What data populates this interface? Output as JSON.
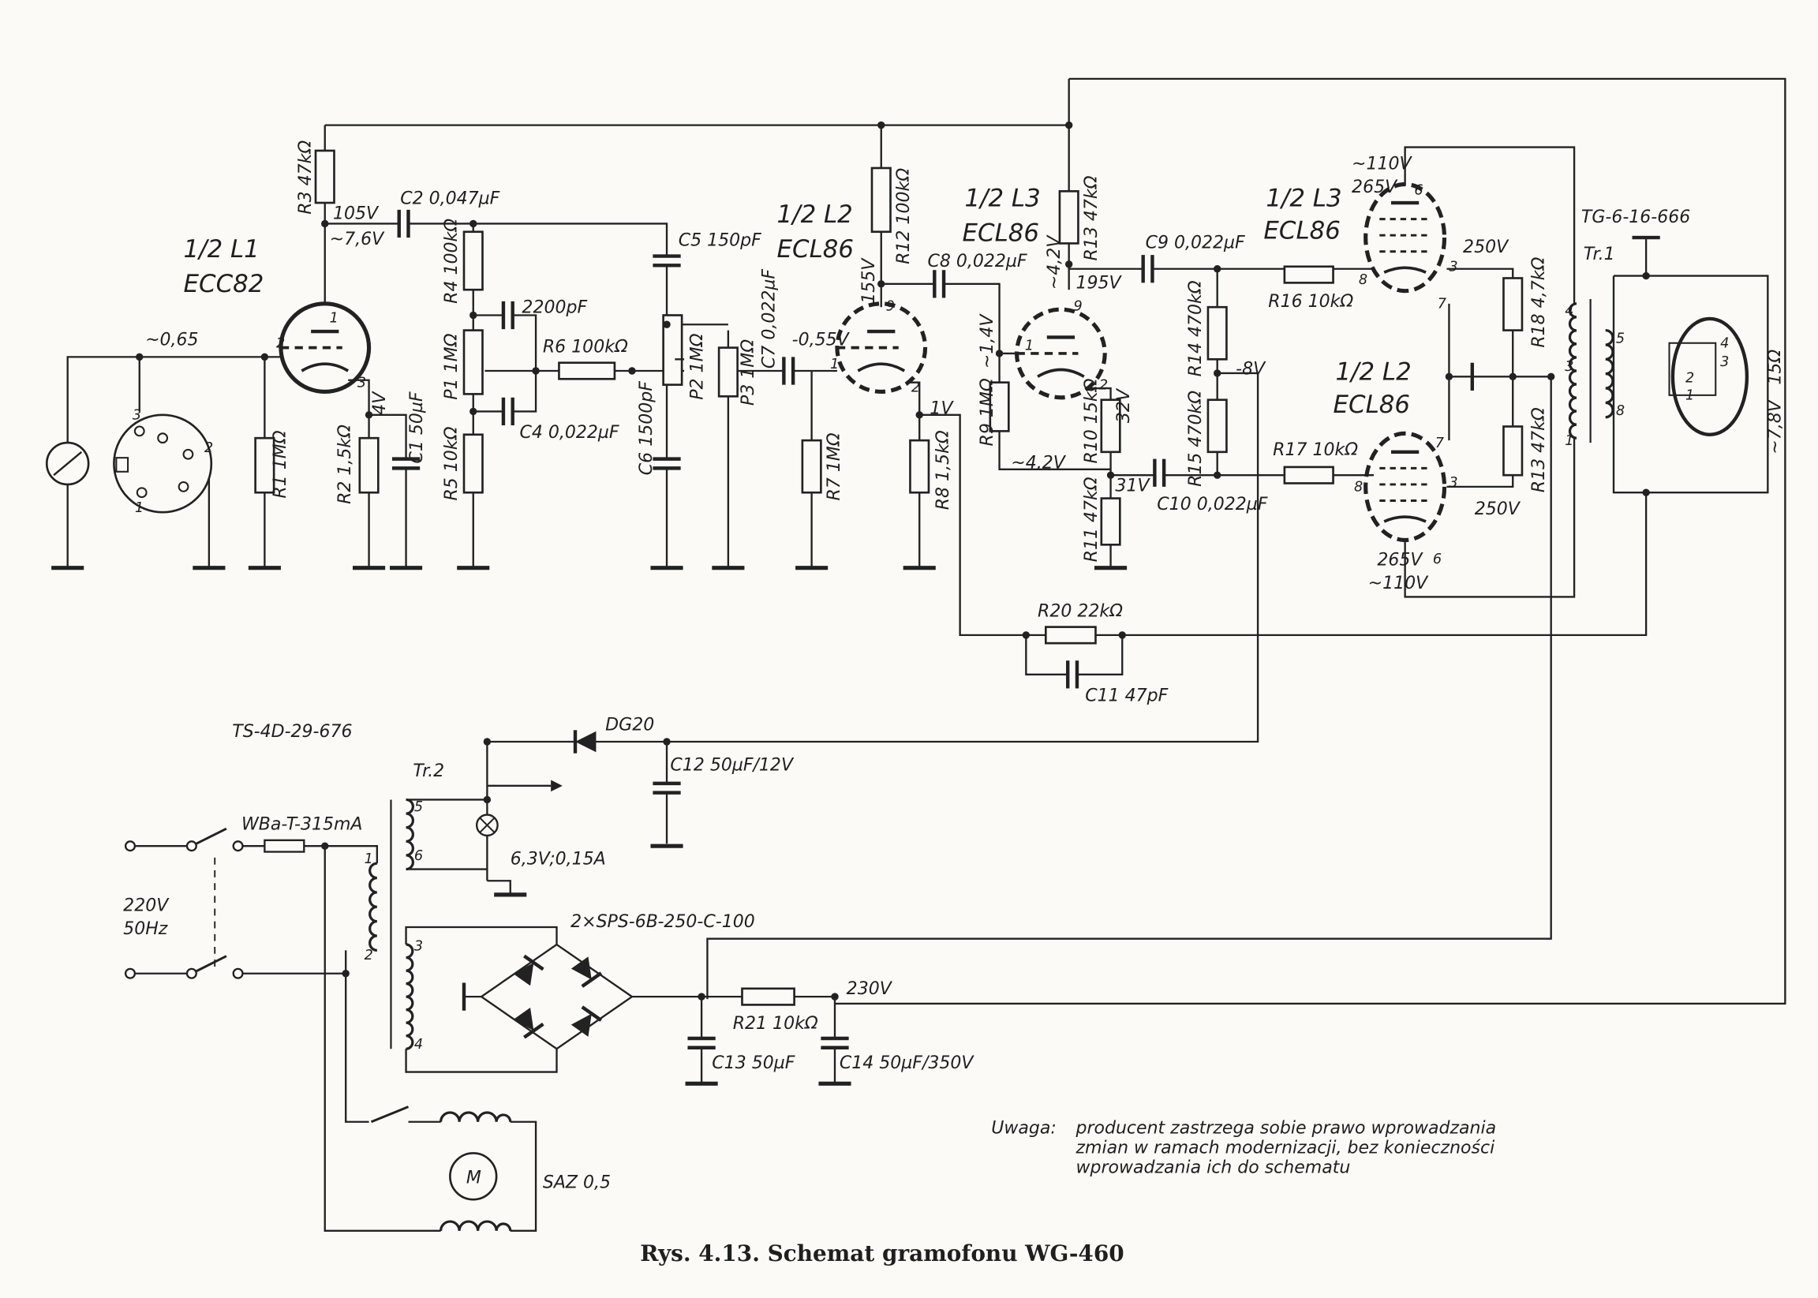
{
  "title": "Rys. 4.13. Schemat gramofonu WG-460",
  "note": {
    "label": "Uwaga:",
    "lines": [
      "producent zastrzega sobie prawo wprowadzania",
      "zmian w ramach modernizacji, bez konieczności",
      "wprowadzania ich do schematu"
    ]
  },
  "tubes": {
    "l1": {
      "name": "1/2 L1",
      "type": "ECC82"
    },
    "l2": {
      "name": "1/2 L2",
      "type": "ECL86"
    },
    "l3": {
      "name": "1/2 L3",
      "type": "ECL86"
    },
    "l3_power": {
      "name": "1/2 L3",
      "type": "ECL86"
    },
    "l2_power": {
      "name": "1/2 L2",
      "type": "ECL86"
    }
  },
  "resistors": {
    "r3": "R3 47kΩ",
    "r1": "R1 1MΩ",
    "r2": "R2 1,5kΩ",
    "r4": "R4 100kΩ",
    "p1": "P1 1MΩ",
    "r5": "R5 10kΩ",
    "r6": "R6 100kΩ",
    "p2": "P2 1MΩ",
    "p3": "P3 1MΩ",
    "r7": "R7 1MΩ",
    "r8": "R8 1,5kΩ",
    "r12": "R12 100kΩ",
    "r9": "R9 1MΩ",
    "r10": "R10 15kΩ",
    "r11": "R11 47kΩ",
    "r13": "R13 47kΩ",
    "r14": "R14 470kΩ",
    "r15": "R15 470kΩ",
    "r16": "R16 10kΩ",
    "r17": "R17 10kΩ",
    "r18": "R18 4,7kΩ",
    "r19": "R13 47kΩ",
    "r20": "R20 22kΩ",
    "r21": "R21 10kΩ"
  },
  "capacitors": {
    "c2": "C2 0,047µF",
    "c5": "C5 150pF",
    "c3": "2200pF",
    "c4": "C4 0,022µF",
    "c1": "C1 50µF",
    "c6": "C6 1500pF",
    "c7": "C7 0,022µF",
    "c8": "C8 0,022µF",
    "c9": "C9 0,022µF",
    "c10": "C10 0,022µF",
    "c11": "C11 47pF",
    "c12": "C12 50µF/12V",
    "c13": "C13 50µF",
    "c14": "C14 50µF/350V"
  },
  "voltages": {
    "v105": "105V",
    "v76": "~7,6V",
    "v065": "~0,65",
    "v4": "4V",
    "v055": "-0,55V",
    "v155": "155V",
    "v1": "1V",
    "v14": "~1,4V",
    "v42a": "~4,2V",
    "v42b": "~4,2V",
    "v195": "195V",
    "v32": "32V",
    "v31": "31V",
    "v8": "-8V",
    "v110a": "~110V",
    "v265a": "265V",
    "v250a": "250V",
    "v265b": "265V",
    "v110b": "~110V",
    "v250b": "250V",
    "v78": "~7,8V",
    "ohm15": "15Ω",
    "v230": "230V"
  },
  "output_transformer": {
    "type": "TG-6-16-666",
    "name": "Tr.1",
    "pins": [
      "4",
      "3",
      "1",
      "5",
      "8"
    ]
  },
  "power": {
    "transformer_type": "TS-4D-29-676",
    "transformer_name": "Tr.2",
    "fuse": "WBa-T-315mA",
    "mains_voltage": "220V",
    "mains_freq": "50Hz",
    "diode": "DG20",
    "lamp": "6,3V;0,15A",
    "rectifier": "2×SPS-6B-250-C-100",
    "motor_symbol": "M",
    "motor": "SAZ 0,5",
    "pins": [
      "1",
      "2",
      "3",
      "4",
      "5",
      "6"
    ]
  },
  "socket_pins": [
    "1",
    "2",
    "3"
  ],
  "tube_pins": {
    "l1": [
      "1",
      "2",
      "3"
    ],
    "l2": [
      "9",
      "1",
      "2"
    ],
    "l3": [
      "9",
      "1",
      "2"
    ],
    "l3p": [
      "6",
      "8",
      "3",
      "7"
    ],
    "l2p": [
      "7",
      "8",
      "3",
      "6"
    ],
    "spk": [
      "4",
      "3",
      "2",
      "1"
    ]
  }
}
